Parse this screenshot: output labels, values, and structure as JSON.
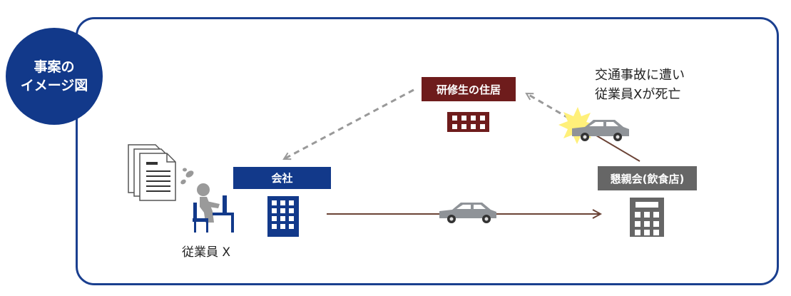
{
  "badge": {
    "line1": "事案の",
    "line2": "イメージ図"
  },
  "places": {
    "company": "会社",
    "dormitory": "研修生の住居",
    "party_venue": "懇親会(飲食店)"
  },
  "accident_note": {
    "line1": "交通事故に遭い",
    "line2": "従業員Xが死亡"
  },
  "employee_label": "従業員 X",
  "colors": {
    "frame": "#1a3f8f",
    "company": "#12398a",
    "dormitory": "#6e1c1c",
    "restaurant": "#666666",
    "route": "#6b4336",
    "dashed_route": "#999999",
    "car": "#8f9398",
    "flash": "#fff07a"
  },
  "icons": {
    "documents": "documents-icon",
    "employee": "stressed-worker-icon",
    "company": "office-building-icon",
    "dormitory": "dormitory-building-icon",
    "restaurant": "restaurant-building-icon",
    "car": "car-icon",
    "collision": "collision-flash-icon"
  }
}
